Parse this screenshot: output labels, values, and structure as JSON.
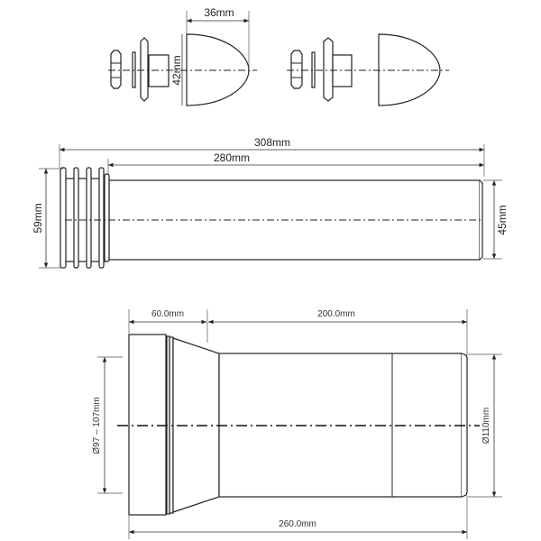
{
  "top_view": {
    "cap_length_label": "36mm",
    "cap_diameter_label": "42mm"
  },
  "middle_view": {
    "total_length_label": "308mm",
    "pipe_length_label": "280mm",
    "seal_diameter_label": "59mm",
    "pipe_diameter_label": "45mm"
  },
  "bottom_view": {
    "socket_length_label": "60.0mm",
    "pipe_length_label": "200.0mm",
    "total_length_label": "260.0mm",
    "socket_diameter_label": "Ø97 – 107mm",
    "pipe_diameter_label": "Ø110mm"
  }
}
